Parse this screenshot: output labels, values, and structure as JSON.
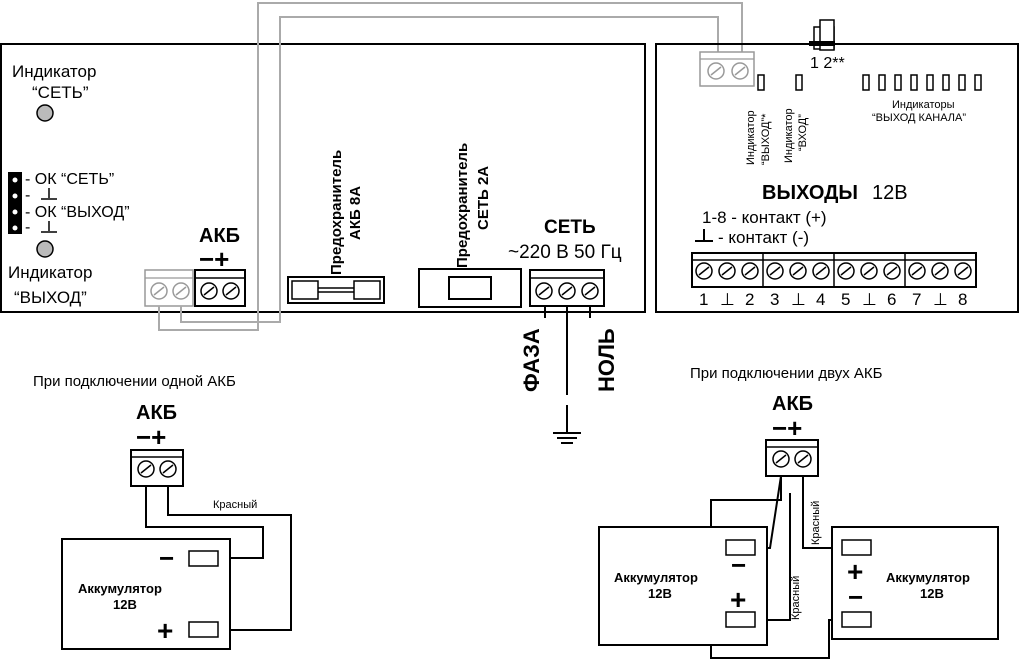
{
  "left_unit": {
    "indicator_net_line1": "Индикатор",
    "indicator_net_line2": "“СЕТЬ”",
    "legend_ok_net": "- ОК “СЕТЬ”",
    "legend_dash_a": "-",
    "legend_ok_out": "- ОК “ВЫХОД”",
    "legend_dash_b": "-",
    "indicator_out_line1": "Индикатор",
    "indicator_out_line2": "“ВЫХОД”",
    "akb_label": "АКБ",
    "akb_polarity": "−+",
    "fuse_akb_line1": "Предохранитель",
    "fuse_akb_line2": "АКБ 8А",
    "fuse_net_line1": "Предохранитель",
    "fuse_net_line2": "СЕТЬ 2А",
    "net_label": "СЕТЬ",
    "net_voltage": "~220 В 50 Гц",
    "phase_label": "ФАЗА",
    "neutral_label": "НОЛЬ"
  },
  "right_unit": {
    "jumper_label": "1 2**",
    "ind_out_line1": "Индикатор",
    "ind_out_line2": "“ВЫХОД”*",
    "ind_in_line1": "Индикатор",
    "ind_in_line2": "“ВХОД”",
    "ind_channel_line1": "Индикаторы",
    "ind_channel_line2": "“ВЫХОД КАНАЛА”",
    "outputs_title_bold": "ВЫХОДЫ",
    "outputs_title_voltage": "12В",
    "contact_plus": "1-8 - контакт (+)",
    "contact_minus": "- контакт (-)",
    "terminal_labels": [
      "1",
      "⊥",
      "2",
      "3",
      "⊥",
      "4",
      "5",
      "⊥",
      "6",
      "7",
      "⊥",
      "8"
    ]
  },
  "single_battery": {
    "caption": "При подключении одной АКБ",
    "akb_label": "АКБ",
    "akb_polarity": "−+",
    "wire_label": "Красный",
    "battery_line1": "Аккумулятор",
    "battery_line2": "12В",
    "minus": "−",
    "plus": "+"
  },
  "dual_battery": {
    "caption": "При подключении двух АКБ",
    "akb_label": "АКБ",
    "akb_polarity": "−+",
    "wire_label_a": "Красный",
    "wire_label_b": "Красный",
    "battery_left_line1": "Аккумулятор",
    "battery_left_line2": "12В",
    "battery_right_line1": "Аккумулятор",
    "battery_right_line2": "12В",
    "minus_left": "−",
    "plus_left": "+",
    "plus_right": "+",
    "minus_right": "−"
  }
}
